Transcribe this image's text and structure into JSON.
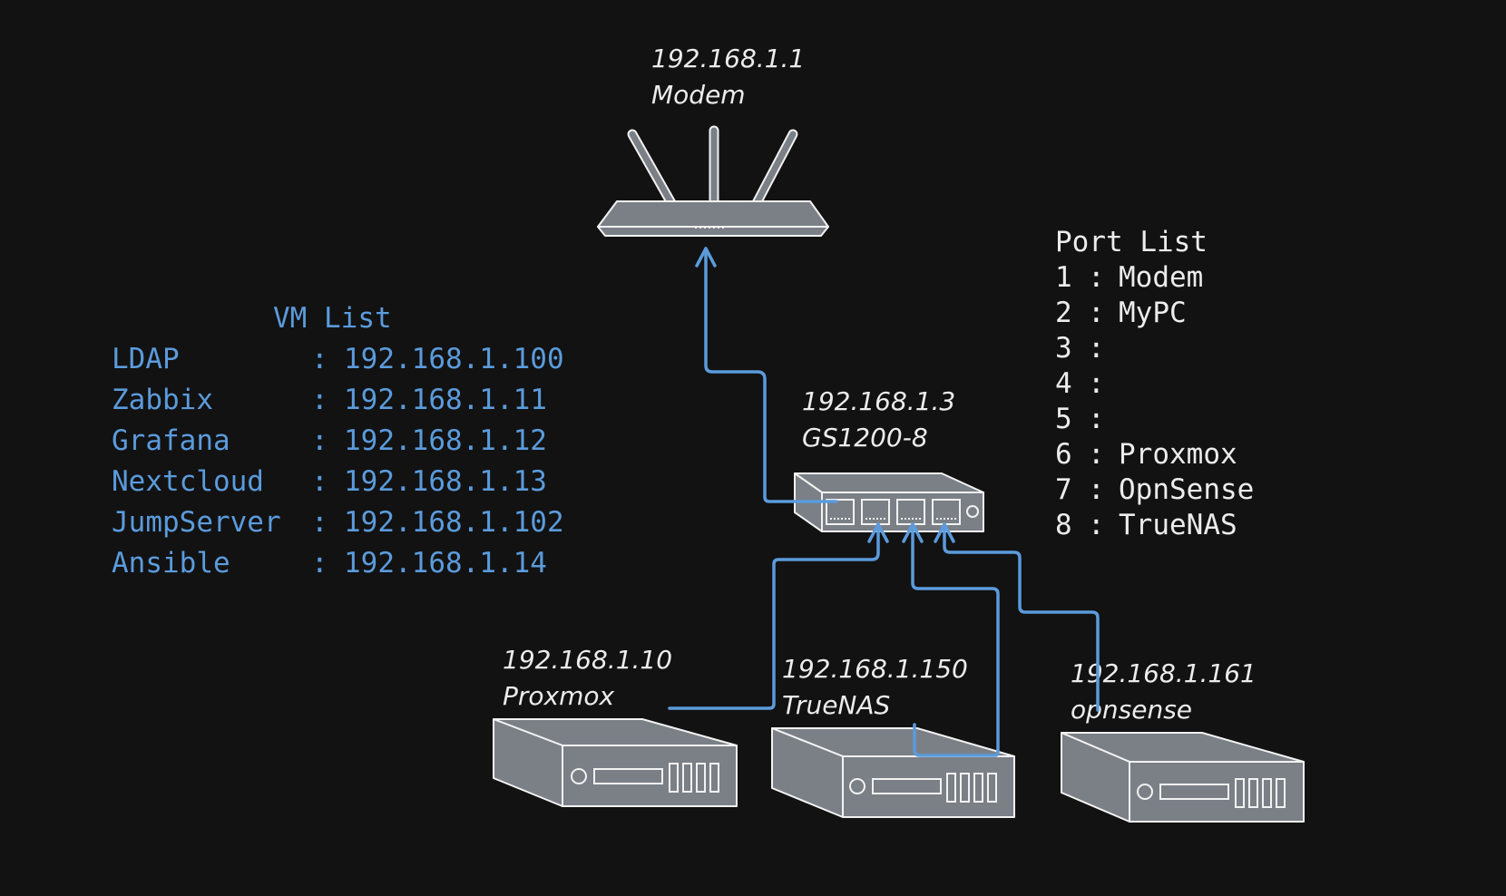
{
  "devices": {
    "modem": {
      "ip": "192.168.1.1",
      "name": "Modem"
    },
    "switch": {
      "ip": "192.168.1.3",
      "name": "GS1200-8"
    },
    "proxmox": {
      "ip": "192.168.1.10",
      "name": "Proxmox"
    },
    "truenas": {
      "ip": "192.168.1.150",
      "name": "TrueNAS"
    },
    "opnsense": {
      "ip": "192.168.1.161",
      "name": "opnsense"
    }
  },
  "vm_list": {
    "title": "VM List",
    "rows": [
      {
        "name": "LDAP      ",
        "sep": ":",
        "ip": "192.168.1.100"
      },
      {
        "name": "Zabbix    ",
        "sep": ":",
        "ip": "192.168.1.11"
      },
      {
        "name": "Grafana   ",
        "sep": ":",
        "ip": "192.168.1.12"
      },
      {
        "name": "Nextcloud ",
        "sep": ":",
        "ip": "192.168.1.13"
      },
      {
        "name": "JumpServer",
        "sep": ":",
        "ip": "192.168.1.102"
      },
      {
        "name": "Ansible   ",
        "sep": ":",
        "ip": "192.168.1.14"
      }
    ]
  },
  "port_list": {
    "title": "Port List",
    "rows": [
      {
        "port": "1",
        "sep": ":",
        "device": "Modem"
      },
      {
        "port": "2",
        "sep": ":",
        "device": "MyPC"
      },
      {
        "port": "3",
        "sep": ":",
        "device": ""
      },
      {
        "port": "4",
        "sep": ":",
        "device": ""
      },
      {
        "port": "5",
        "sep": ":",
        "device": ""
      },
      {
        "port": "6",
        "sep": ":",
        "device": "Proxmox"
      },
      {
        "port": "7",
        "sep": ":",
        "device": "OpnSense"
      },
      {
        "port": "8",
        "sep": ":",
        "device": "TrueNAS"
      }
    ]
  },
  "colors": {
    "background": "#121212",
    "text": "#ececec",
    "accent": "#5b9bdc",
    "device_fill": "#7b8087",
    "device_stroke": "#f2f2f2"
  },
  "icons": [
    "router-icon",
    "switch-icon",
    "server-icon"
  ]
}
